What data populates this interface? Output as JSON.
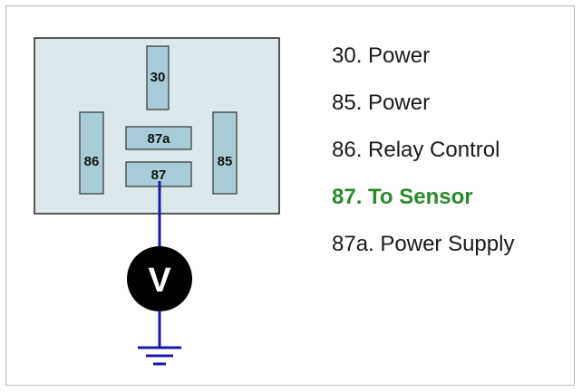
{
  "diagram": {
    "pins": {
      "p30": "30",
      "p87a": "87a",
      "p87": "87",
      "p86": "86",
      "p85": "85"
    },
    "meter_label": "V",
    "colors": {
      "relay_body": "#dce9ec",
      "pin_fill": "#a9cdd8",
      "wire": "#1a1aaa",
      "ground": "#1a1aaa",
      "meter": "#000000",
      "highlight": "#2a8a2a"
    }
  },
  "legend": {
    "items": [
      {
        "text": "30. Power"
      },
      {
        "text": "85. Power"
      },
      {
        "text": "86. Relay Control"
      },
      {
        "text": "87. To Sensor"
      },
      {
        "text": "87a. Power Supply"
      }
    ]
  }
}
